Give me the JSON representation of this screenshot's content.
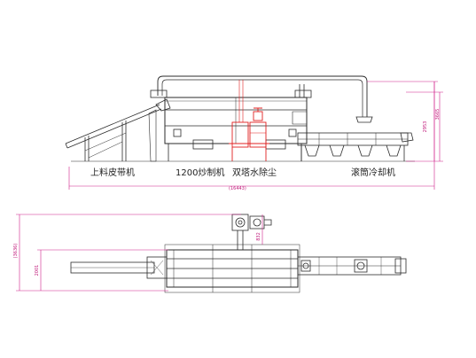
{
  "labels": {
    "belt_conveyor": "上料皮带机",
    "roaster": "1200炒制机",
    "dust_tower": "双塔水除尘",
    "cooler": "滚筒冷却机"
  },
  "dimensions": {
    "overall_length": "(16443)",
    "overall_height": "3665",
    "machine_height": "2953",
    "plan_total_width": "(3636)",
    "plan_width": "2001",
    "tower_offset": "832"
  },
  "colors": {
    "line": "#2b2b2b",
    "dimension": "#d0208a",
    "highlight": "#e02020",
    "body": "#ffffff"
  }
}
